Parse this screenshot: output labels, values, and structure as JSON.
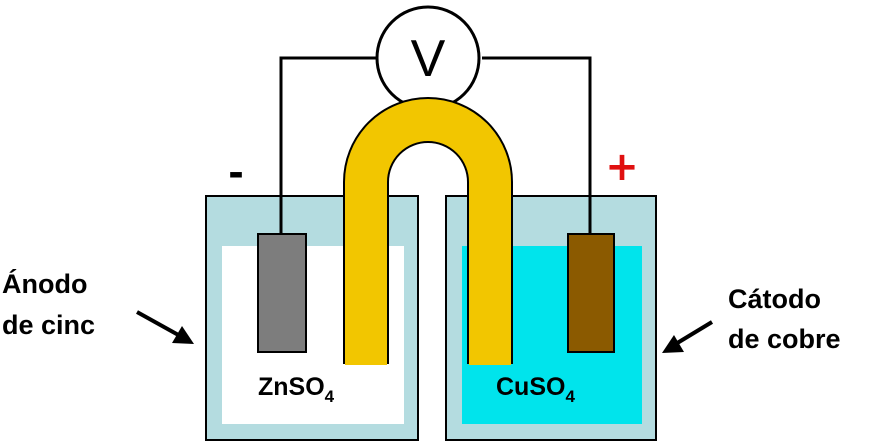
{
  "voltmeter": {
    "symbol": "V"
  },
  "anode": {
    "sign": "-",
    "label_line1": "Ánodo",
    "label_line2": "de cinc",
    "solution_base": "ZnSO",
    "solution_sub": "4"
  },
  "cathode": {
    "sign": "+",
    "label_line1": "Cátodo",
    "label_line2": "de cobre",
    "solution_base": "CuSO",
    "solution_sub": "4"
  },
  "colors": {
    "beaker_wall": "#b4dce0",
    "zinc_solution": "#ffffff",
    "copper_solution": "#00e4ec",
    "zinc_electrode": "#7d7d7d",
    "copper_electrode": "#8b5a00",
    "salt_bridge": "#f2c600",
    "wire": "#000000",
    "negative_sign": "#000000",
    "positive_sign": "#e01010"
  }
}
